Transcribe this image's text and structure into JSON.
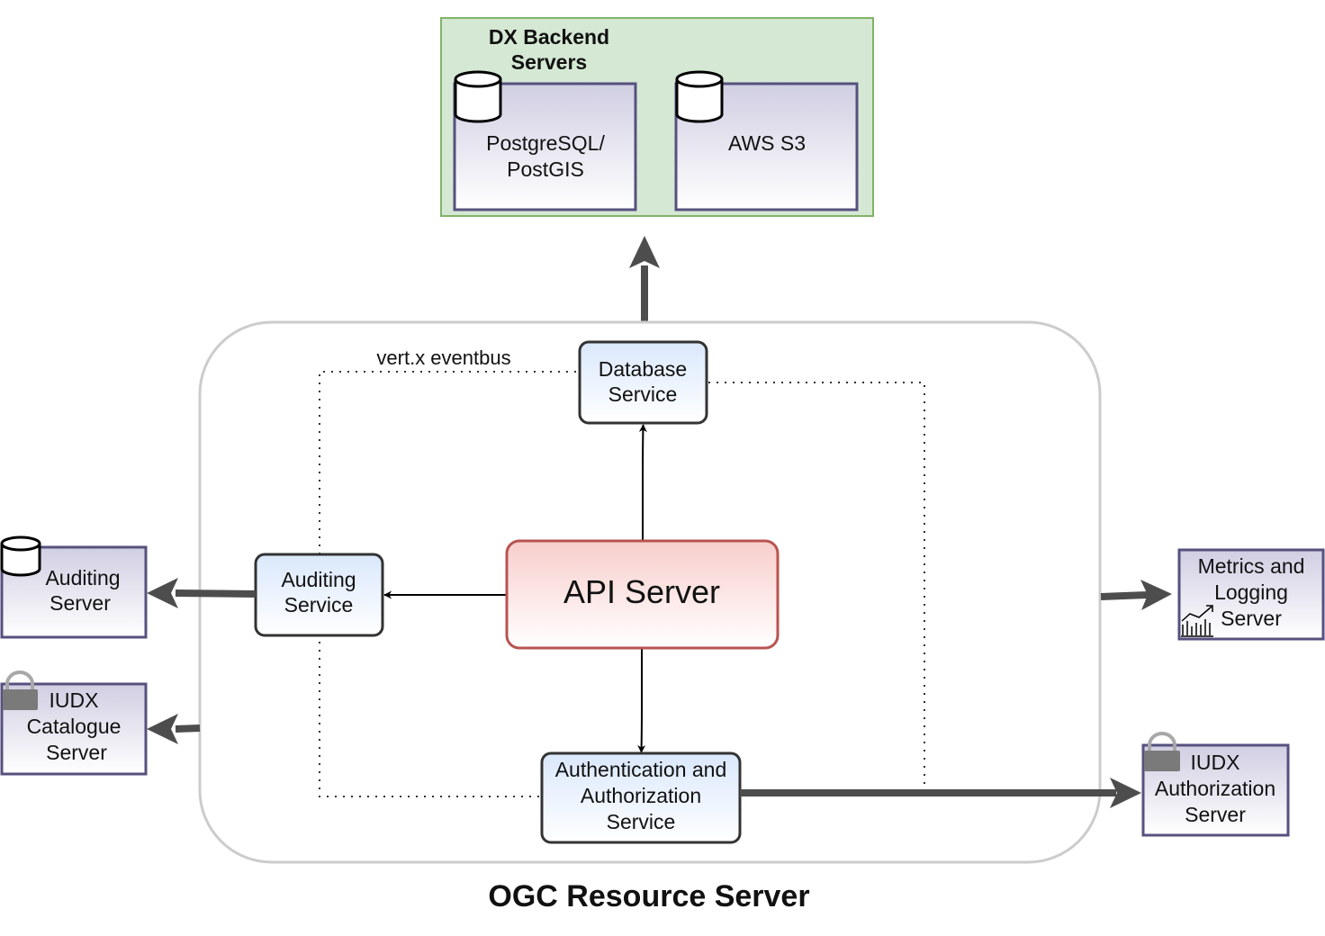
{
  "backend": {
    "title_line1": "DX Backend",
    "title_line2": "Servers",
    "postgres_line1": "PostgreSQL/",
    "postgres_line2": "PostGIS",
    "s3": "AWS S3"
  },
  "resource_server": {
    "title": "OGC Resource Server",
    "eventbus_label": "vert.x eventbus"
  },
  "services": {
    "database_line1": "Database",
    "database_line2": "Service",
    "auditing_line1": "Auditing",
    "auditing_line2": "Service",
    "api_server": "API Server",
    "auth_line1": "Authentication and",
    "auth_line2": "Authorization",
    "auth_line3": "Service"
  },
  "external": {
    "auditing_server_line1": "Auditing",
    "auditing_server_line2": "Server",
    "catalogue_line1": "IUDX",
    "catalogue_line2": "Catalogue",
    "catalogue_line3": "Server",
    "metrics_line1": "Metrics and",
    "metrics_line2": "Logging",
    "metrics_line3": "Server",
    "authz_server_line1": "IUDX",
    "authz_server_line2": "Authorization",
    "authz_server_line3": "Server"
  },
  "icons": {
    "database": "database-cylinder-icon",
    "lock": "padlock-icon",
    "chart": "line-chart-icon"
  },
  "colors": {
    "backend_fill": "#d5e8d4",
    "backend_stroke": "#82b366",
    "server_stroke": "#56517e",
    "service_fill": "#dae8fc",
    "service_stroke": "#333333",
    "api_fill": "#f8cecc",
    "api_stroke": "#b85450",
    "container_stroke": "#cccccc",
    "thick_arrow": "#4d4d4d"
  }
}
